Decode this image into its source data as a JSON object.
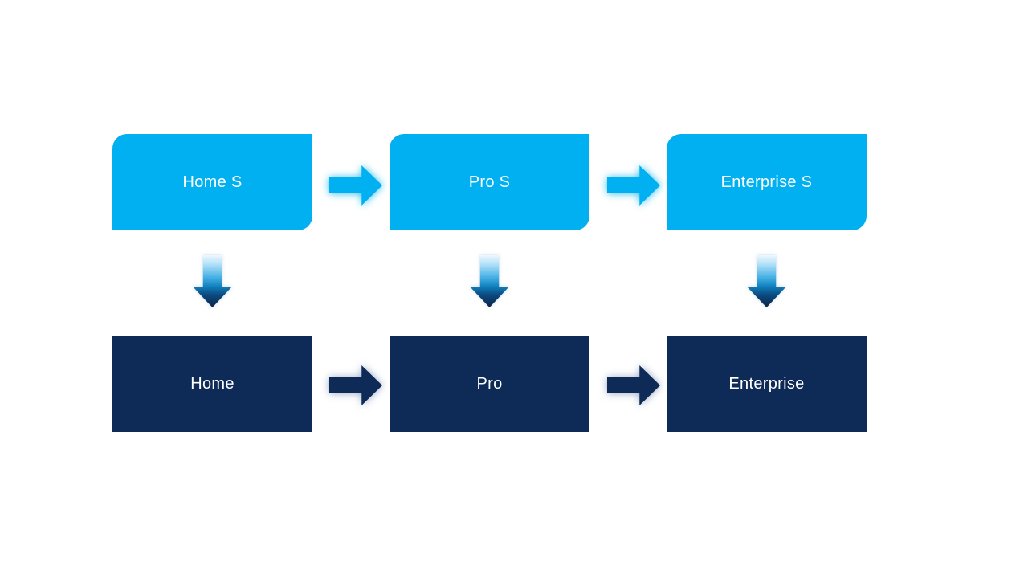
{
  "colors": {
    "light_blue": "#00B0F0",
    "dark_navy": "#0E2A56",
    "label_text": "#FFFFFF",
    "canvas_background": "#FFFFFF"
  },
  "diagram": {
    "top_row": [
      {
        "label": "Home S"
      },
      {
        "label": "Pro S"
      },
      {
        "label": "Enterprise S"
      }
    ],
    "bottom_row": [
      {
        "label": "Home"
      },
      {
        "label": "Pro"
      },
      {
        "label": "Enterprise"
      }
    ]
  }
}
